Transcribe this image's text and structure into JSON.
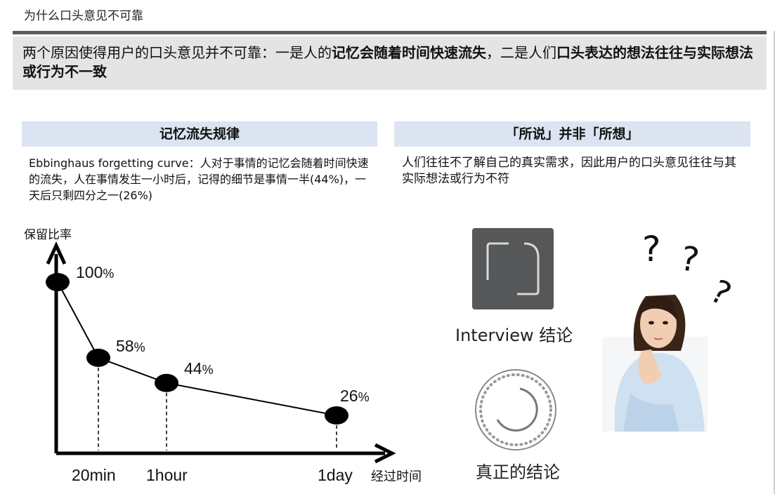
{
  "page": {
    "title": "为什么口头意见不可靠"
  },
  "summary": {
    "part1": "两个原因使得用户的口头意见并不可靠：一是人的",
    "bold1": "记忆会随着时间快速流失",
    "part2": "，二是人们",
    "bold2": "口头表达的想法往往与实际想法或行为不一致"
  },
  "left_section": {
    "heading": "记忆流失规律",
    "desc_term": "Ebbinghaus  forgetting curve",
    "desc_body": "：人对于事情的记忆会随着时间快速的流失，人在事情发生一小时后，记得的细节是事情一半(44%)，一天后只剩四分之一(26%)"
  },
  "right_section": {
    "heading": "「所说」并非「所想」",
    "desc": "人们往往不了解自己的真实需求，因此用户的口头意见往往与其实际想法或行为不符",
    "caption_interview": "Interview 结论",
    "caption_real": "真正的结论",
    "question_marks": [
      "?",
      "?",
      "?"
    ]
  },
  "chart_data": {
    "type": "line",
    "ylabel": "保留比率",
    "xlabel": "经过时间",
    "points": [
      {
        "x": "0",
        "y": 100,
        "label_num": "100",
        "label_unit": "%"
      },
      {
        "x": "20min",
        "y": 58,
        "label_num": "58",
        "label_unit": "%"
      },
      {
        "x": "1hour",
        "y": 44,
        "label_num": "44",
        "label_unit": "%"
      },
      {
        "x": "1day",
        "y": 26,
        "label_num": "26",
        "label_unit": "%"
      }
    ],
    "tick_labels": [
      "20min",
      "1hour",
      "1day"
    ],
    "ylim": [
      0,
      100
    ],
    "grid": false
  }
}
